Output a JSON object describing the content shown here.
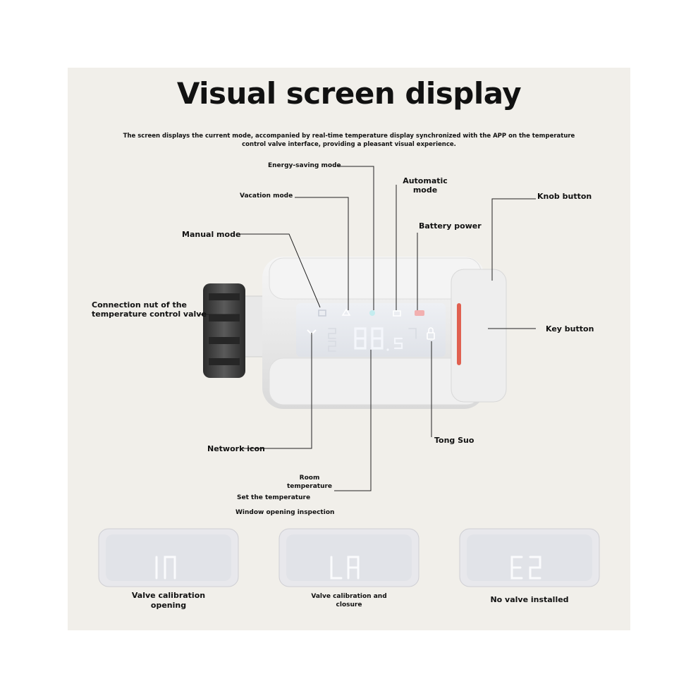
{
  "title": "Visual screen display",
  "subtitle": "The screen displays the current mode, accompanied by real-time temperature display synchronized with the APP on the temperature control valve interface, providing a pleasant visual experience.",
  "labels": {
    "energy_saving": "Energy-saving mode",
    "automatic_line1": "Automatic",
    "automatic_line2": "mode",
    "vacation": "Vacation mode",
    "knob": "Knob button",
    "battery": "Battery power",
    "manual": "Manual mode",
    "connection_line1": "Connection nut of the",
    "connection_line2": "temperature control valve",
    "key": "Key button",
    "tong_suo": "Tong Suo",
    "network": "Network icon",
    "room_line1": "Room",
    "room_line2": "temperature",
    "set_temp": "Set the temperature",
    "window": "Window opening inspection"
  },
  "cards": [
    {
      "code": "IN",
      "caption_line1": "Valve calibration",
      "caption_line2": "opening"
    },
    {
      "code": "LA",
      "caption_line1": "Valve calibration and",
      "caption_line2": "closure"
    },
    {
      "code": "E2",
      "caption_line1": "No valve installed",
      "caption_line2": ""
    }
  ],
  "display_reading": "88.5",
  "colors": {
    "background": "#f1efea",
    "device_body": "#ececec",
    "ring_accent": "#e06050",
    "nut": "#3a3a3a"
  }
}
